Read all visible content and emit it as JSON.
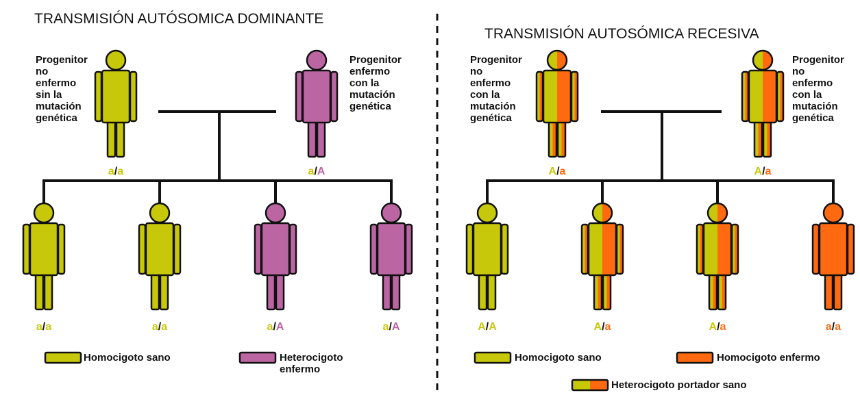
{
  "colors": {
    "healthy": "#c8c80a",
    "dominant_affected": "#bb66a3",
    "recessive_affected": "#ff6a10",
    "outline": "#111111",
    "line": "#111111",
    "slash": "#111111"
  },
  "left_panel": {
    "title": "TRANSMISIÓN AUTÓSOMICA DOMINANTE",
    "parent_left_label": "Progenitor\nno\nenfermo\nsin la\nmutación\ngenética",
    "parent_right_label": "Progenitor\nenfermo\ncon la\nmutación\ngenética",
    "parents": [
      {
        "fill": "healthy",
        "genotype": [
          "a",
          "a"
        ],
        "allele_colors": [
          "healthy",
          "healthy"
        ]
      },
      {
        "fill": "dominant_affected",
        "genotype": [
          "a",
          "A"
        ],
        "allele_colors": [
          "healthy",
          "dominant_affected"
        ]
      }
    ],
    "children": [
      {
        "fill": "healthy",
        "genotype": [
          "a",
          "a"
        ],
        "allele_colors": [
          "healthy",
          "healthy"
        ]
      },
      {
        "fill": "healthy",
        "genotype": [
          "a",
          "a"
        ],
        "allele_colors": [
          "healthy",
          "healthy"
        ]
      },
      {
        "fill": "dominant_affected",
        "genotype": [
          "a",
          "A"
        ],
        "allele_colors": [
          "healthy",
          "dominant_affected"
        ]
      },
      {
        "fill": "dominant_affected",
        "genotype": [
          "a",
          "A"
        ],
        "allele_colors": [
          "healthy",
          "dominant_affected"
        ]
      }
    ],
    "legend": [
      {
        "label": "Homocigoto sano",
        "fill": "healthy"
      },
      {
        "label": "Heterocigoto\nenfermo",
        "fill": "dominant_affected"
      }
    ]
  },
  "right_panel": {
    "title": "TRANSMISIÓN AUTOSÓMICA RECESIVA",
    "parent_left_label": "Progenitor\nno\nenfermo\ncon la\nmutación\ngenética",
    "parent_right_label": "Progenitor\nno\nenfermo\ncon la\nmutación\ngenética",
    "parents": [
      {
        "fill": "split",
        "genotype": [
          "A",
          "a"
        ],
        "allele_colors": [
          "healthy",
          "recessive_affected"
        ]
      },
      {
        "fill": "split",
        "genotype": [
          "A",
          "a"
        ],
        "allele_colors": [
          "healthy",
          "recessive_affected"
        ]
      }
    ],
    "children": [
      {
        "fill": "healthy",
        "genotype": [
          "A",
          "A"
        ],
        "allele_colors": [
          "healthy",
          "healthy"
        ]
      },
      {
        "fill": "split",
        "genotype": [
          "A",
          "a"
        ],
        "allele_colors": [
          "healthy",
          "recessive_affected"
        ]
      },
      {
        "fill": "split",
        "genotype": [
          "A",
          "a"
        ],
        "allele_colors": [
          "healthy",
          "recessive_affected"
        ]
      },
      {
        "fill": "recessive_affected",
        "genotype": [
          "a",
          "a"
        ],
        "allele_colors": [
          "recessive_affected",
          "recessive_affected"
        ]
      }
    ],
    "legend": [
      {
        "label": "Homocigoto sano",
        "fill": "healthy"
      },
      {
        "label": "Homocigoto enfermo",
        "fill": "recessive_affected"
      },
      {
        "label": "Heterocigoto portador sano",
        "fill": "split"
      }
    ]
  }
}
